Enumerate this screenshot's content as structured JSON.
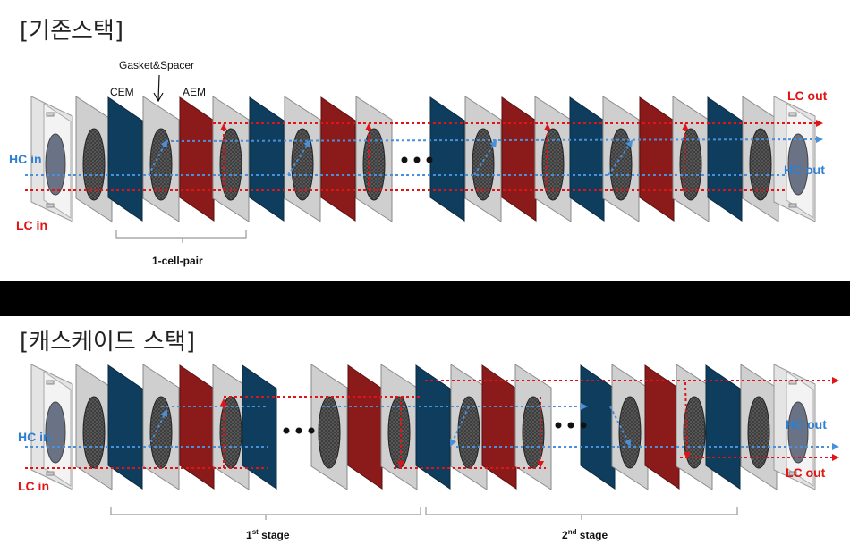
{
  "top": {
    "title": "[기존스택]",
    "labels": {
      "gasket": "Gasket&Spacer",
      "cem": "CEM",
      "aem": "AEM",
      "cell_pair": "1-cell-pair",
      "hc_in": "HC in",
      "lc_in": "LC in",
      "lc_out": "LC out",
      "hc_out": "HC out"
    }
  },
  "bottom": {
    "title": "[캐스케이드 스택]",
    "labels": {
      "hc_in": "HC in",
      "lc_in": "LC in",
      "hc_out": "HC out",
      "lc_out": "LC out"
    },
    "stage1": {
      "base": "1",
      "sup": "st",
      "rest": " stage"
    },
    "stage2": {
      "base": "2",
      "sup": "nd",
      "rest": " stage"
    }
  },
  "colors": {
    "cem": "#0e3d5e",
    "aem": "#8b1a1a",
    "gasket_frame": "#cfcfcf",
    "spacer_mesh": "#3c3c3c",
    "hc_flow": "#4a90d9",
    "lc_flow": "#e01414",
    "band": "#000000"
  }
}
